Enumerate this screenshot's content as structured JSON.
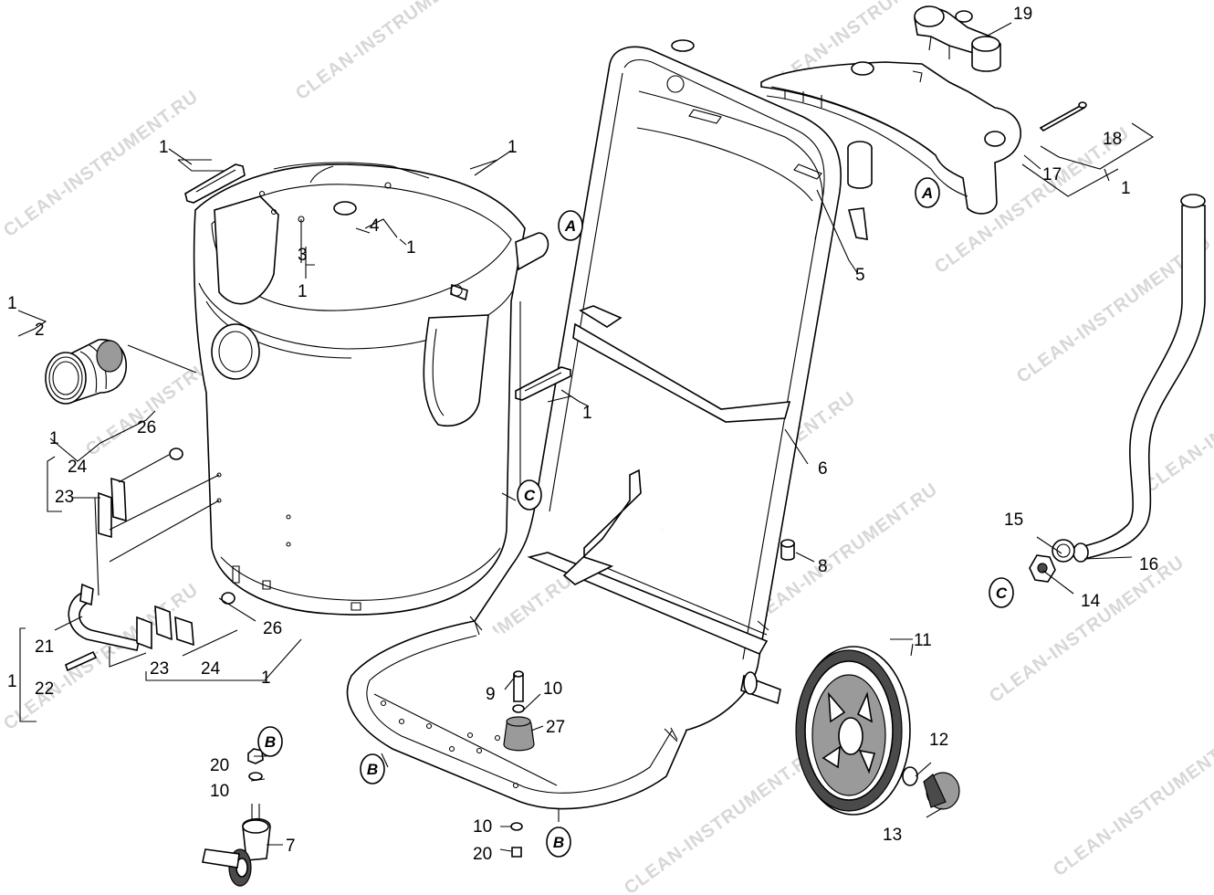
{
  "watermark": "CLEAN-INSTRUMENT.RU",
  "callouts": {
    "c1a": "1",
    "c1b": "1",
    "c1c": "1",
    "c1d": "1",
    "c1e": "1",
    "c1f": "1",
    "c1g": "1",
    "c1h": "1",
    "c1i": "1",
    "c1j": "1",
    "c2": "2",
    "c3": "3",
    "c4": "4",
    "c5": "5",
    "c6": "6",
    "c7": "7",
    "c8": "8",
    "c9": "9",
    "c10a": "10",
    "c10b": "10",
    "c10c": "10",
    "c11": "11",
    "c12": "12",
    "c13": "13",
    "c14": "14",
    "c15": "15",
    "c16": "16",
    "c17": "17",
    "c18": "18",
    "c19": "19",
    "c20a": "20",
    "c20b": "20",
    "c21": "21",
    "c22": "22",
    "c23a": "23",
    "c23b": "23",
    "c24a": "24",
    "c24b": "24",
    "c26a": "26",
    "c26b": "26",
    "c27": "27"
  },
  "reference_badges": {
    "a1": "A",
    "a2": "A",
    "b1": "B",
    "b2": "B",
    "b3": "B",
    "c1": "C",
    "c2": "C"
  }
}
